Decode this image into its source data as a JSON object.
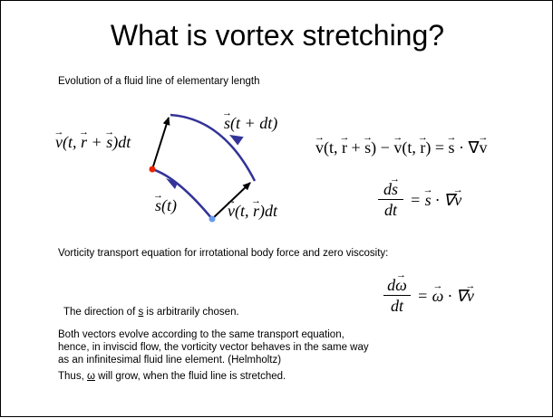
{
  "slide": {
    "title": "What is vortex stretching?",
    "subtitle": "Evolution of a fluid line of elementary length",
    "vorticity_text": "Vorticity transport equation for irrotational body force and zero viscosity:",
    "direction_prefix": "The direction of ",
    "direction_symbol": "s",
    "direction_suffix": " is arbitrarily chosen.",
    "both_vectors_lines": [
      "Both vectors evolve according to the same transport equation,",
      "hence, in inviscid flow, the vorticity vector behaves in the same way",
      "as an infinitesimal fluid line element. (Helmholtz)"
    ],
    "thus_prefix": "Thus, ",
    "thus_symbol": "ω",
    "thus_suffix": " will grow, when the fluid line is stretched."
  },
  "diagram": {
    "label_top_left": "v(t, r + s)dt",
    "label_top": "s(t + dt)",
    "label_bottom_left": "s(t)",
    "label_bottom_right": "v(t, r)dt",
    "colors": {
      "curve": "#333399",
      "point_red": "#ee2200",
      "point_blue": "#6699ee",
      "arrow": "#000000"
    }
  },
  "equations": {
    "eq1": "v(t, r + s) − v(t, r) = s · ∇v",
    "eq2_num": "ds",
    "eq2_den": "dt",
    "eq2_rhs": "= s · ∇v",
    "eq3_num": "dω",
    "eq3_den": "dt",
    "eq3_rhs": "= ω · ∇v"
  }
}
